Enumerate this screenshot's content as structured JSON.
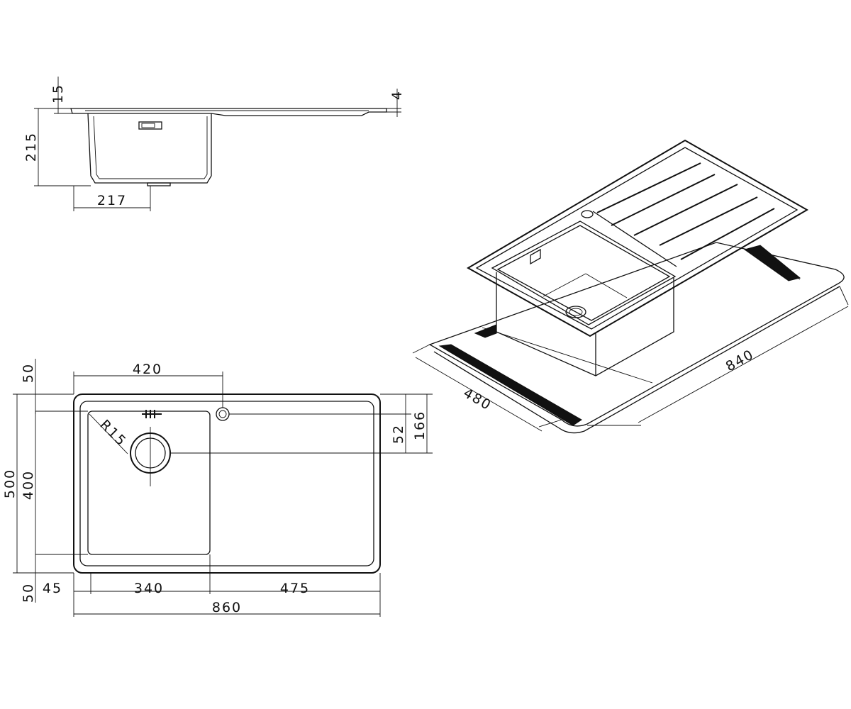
{
  "side_view": {
    "dim_rim": "15",
    "dim_depth": "215",
    "dim_lip": "4",
    "dim_bowl_width": "217"
  },
  "top_view": {
    "dim_tap_offset": "420",
    "dim_top_margin": "50",
    "dim_overall_depth": "500",
    "dim_bowl_depth": "400",
    "dim_bottom_margin": "50",
    "dim_drain_offset": "52",
    "dim_tap_to_drain": "166",
    "dim_radius": "R15",
    "dim_left_margin": "45",
    "dim_bowl_width": "340",
    "dim_drainer_width": "475",
    "dim_overall_width": "860"
  },
  "iso_view": {
    "dim_cutout_depth": "480",
    "dim_cutout_width": "840"
  }
}
